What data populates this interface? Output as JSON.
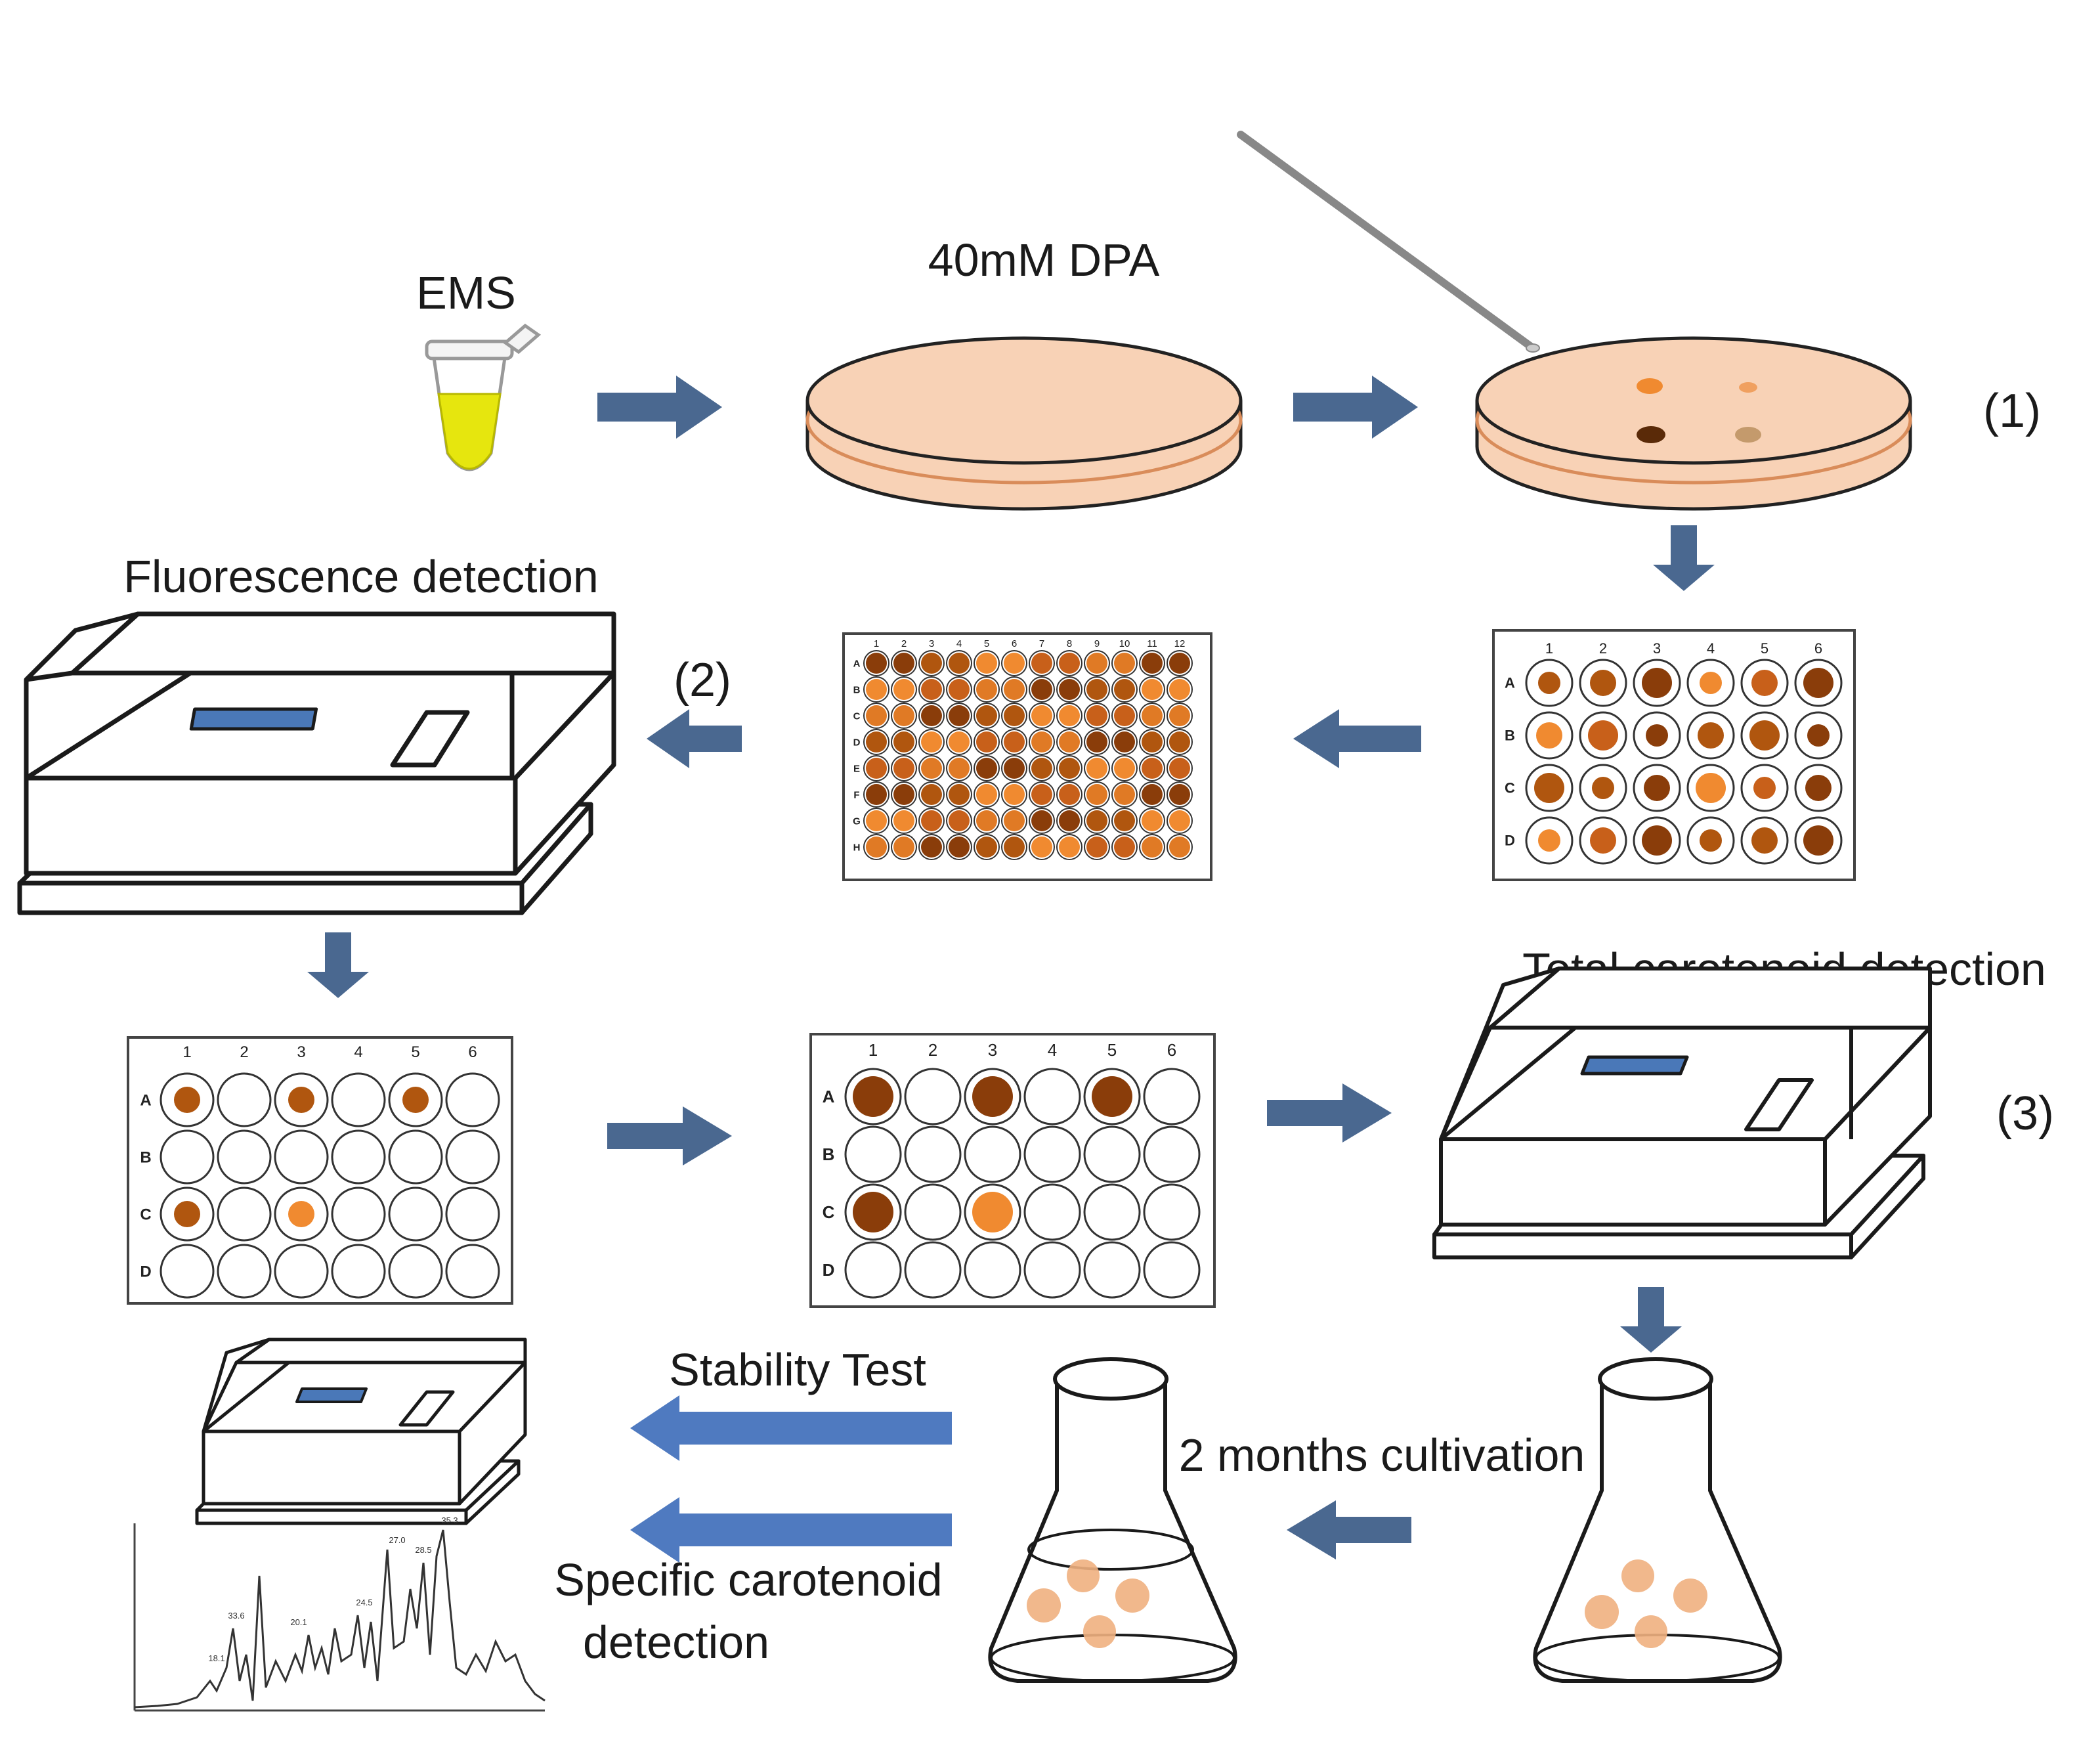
{
  "labels": {
    "ems": "EMS",
    "dpa": "40mM DPA",
    "step1": "(1)",
    "step2": "(2)",
    "step3": "(3)",
    "fluorescence": "Fluorescence detection",
    "total_carotenoid": "Total carotenoid detection",
    "stability": "Stability Test",
    "cultivation": "2 months cultivation",
    "specific_line1": "Specific carotenoid",
    "specific_line2": "detection"
  },
  "plate24": {
    "cols": [
      "1",
      "2",
      "3",
      "4",
      "5",
      "6"
    ],
    "rows": [
      "A",
      "B",
      "C",
      "D"
    ]
  },
  "plate96": {
    "cols": [
      "1",
      "2",
      "3",
      "4",
      "5",
      "6",
      "7",
      "8",
      "9",
      "10",
      "11",
      "12"
    ],
    "rows": [
      "A",
      "B",
      "C",
      "D",
      "E",
      "F",
      "G",
      "H"
    ]
  },
  "chromatogram": {
    "peak_labels": [
      "27.0",
      "35.3",
      "33.6",
      "20.1",
      "24.5",
      "28.5",
      "18.1"
    ]
  },
  "colors": {
    "arrow": "#4a6890",
    "arrow_light": "#4f7ac0",
    "agar": "#f8d2b6",
    "agar_edge": "#d98c5a",
    "brown_dark": "#8a3d0a",
    "brown": "#b0560f",
    "orange": "#f08a30",
    "tan": "#c49a6c",
    "screen": "#4a78b8"
  }
}
